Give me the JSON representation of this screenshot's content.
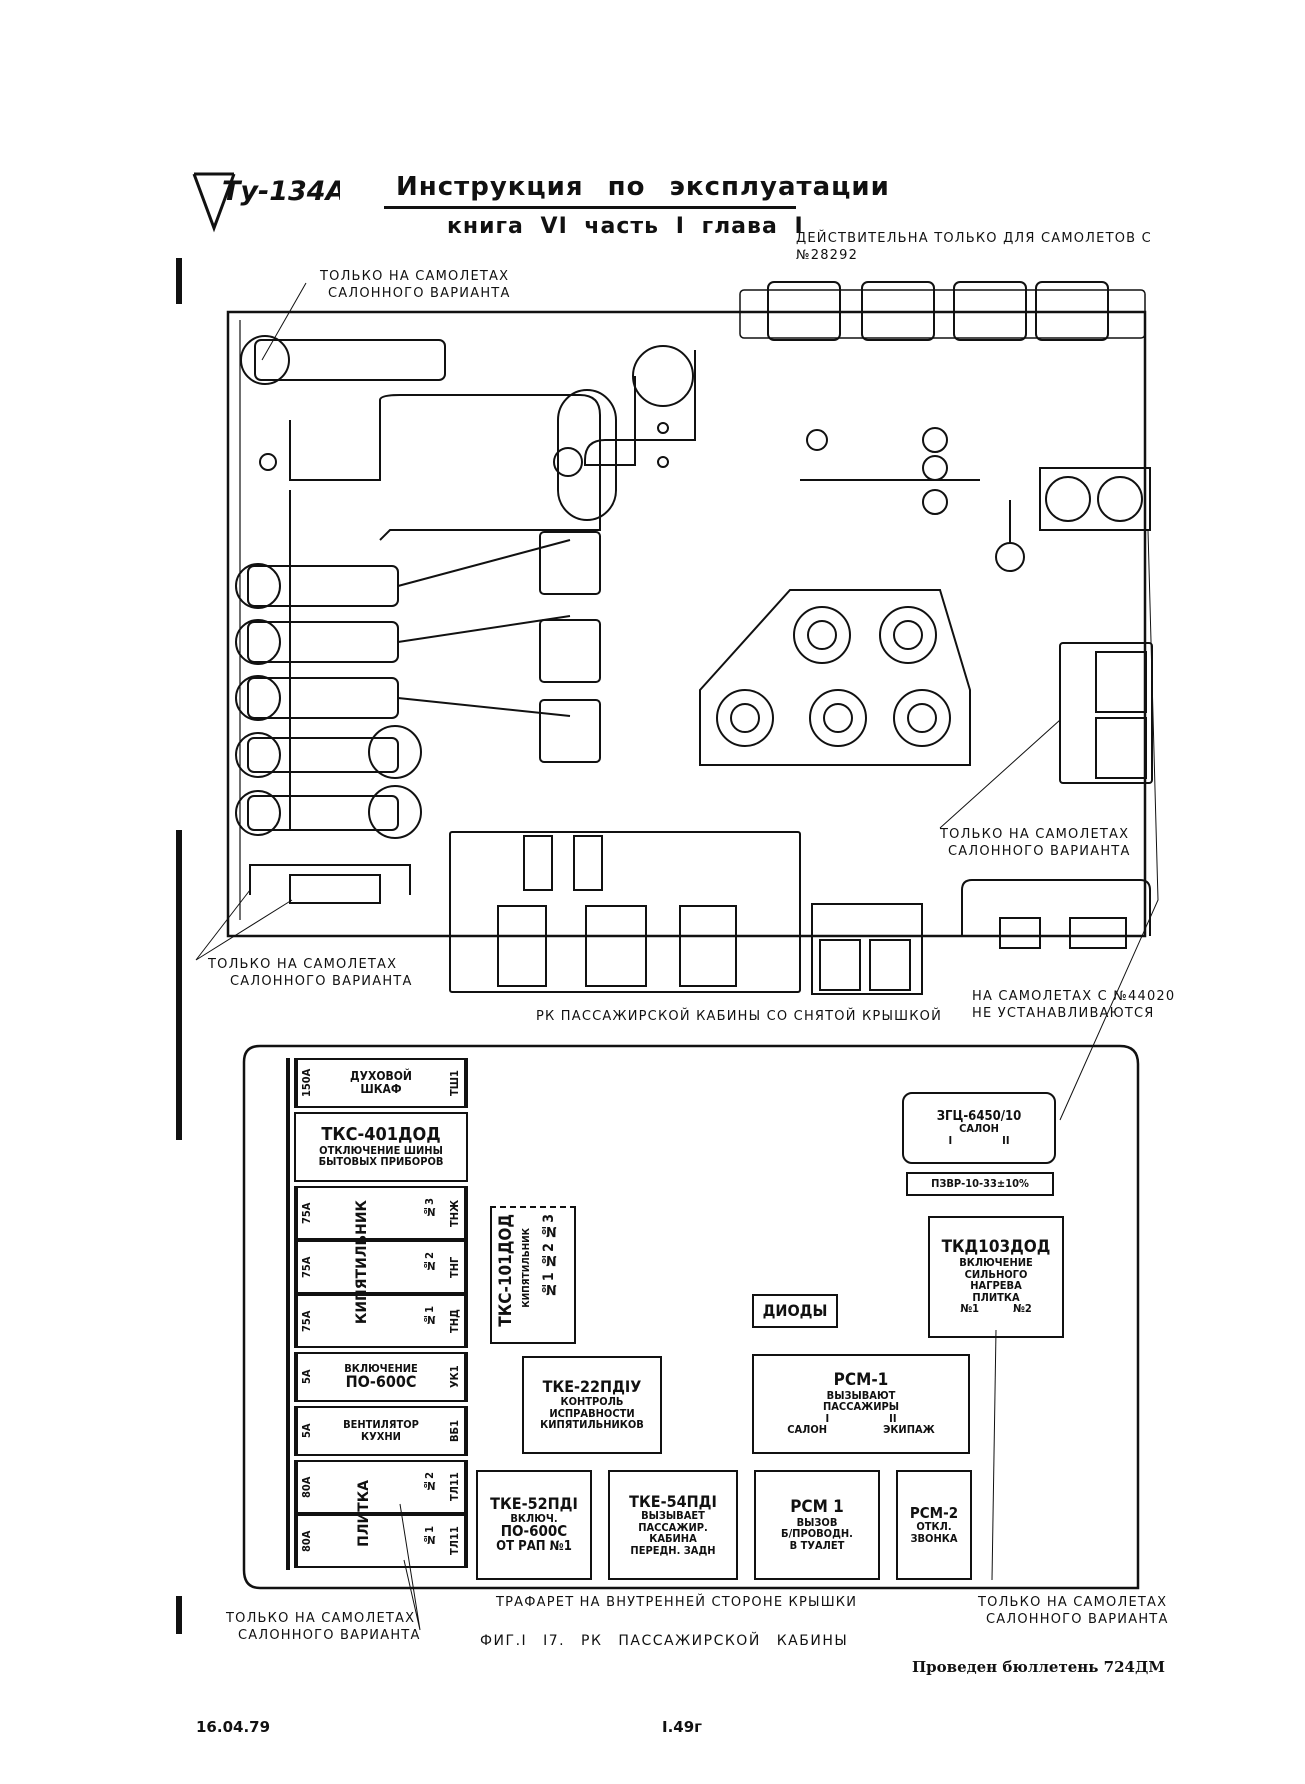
{
  "header": {
    "logo": "Ту-134А",
    "title": "Инструкция по эксплуатации",
    "subtitle": "книга VI часть I глава I",
    "validity_note": "ДЕЙСТВИТЕЛЬНА ТОЛЬКО ДЛЯ САМОЛЕТОВ С №28292"
  },
  "top_panel": {
    "note_top_left": [
      "ТОЛЬКО НА САМОЛЕТАХ",
      "САЛОННОГО ВАРИАНТА"
    ],
    "note_right": [
      "ТОЛЬКО НА САМОЛЕТАХ",
      "САЛОННОГО ВАРИАНТА"
    ],
    "note_bottom_left": [
      "ТОЛЬКО НА САМОЛЕТАХ",
      "САЛОННОГО ВАРИАНТА"
    ],
    "note_bottom_right": [
      "НА САМОЛЕТАХ С №44020",
      "НЕ УСТАНАВЛИВАЮТСЯ"
    ],
    "caption": "РК ПАССАЖИРСКОЙ КАБИНЫ СО СНЯТОЙ КРЫШКОЙ"
  },
  "stencil": {
    "left_column": [
      {
        "rating": "150А",
        "name": [
          "ДУХОВОЙ",
          "ШКАФ"
        ],
        "code": "ТШ1"
      },
      {
        "rating": "",
        "name": [
          "ТКС-401ДОД",
          "ОТКЛЮЧЕНИЕ ШИНЫ",
          "БЫТОВЫХ ПРИБОРОВ"
        ],
        "code": ""
      },
      {
        "rating": "75А",
        "name": [
          "№3"
        ],
        "code": "ТНЖ"
      },
      {
        "rating": "75А",
        "name": [
          "№2"
        ],
        "code": "ТНГ"
      },
      {
        "rating": "75А",
        "name": [
          "№1"
        ],
        "code": "ТНД"
      },
      {
        "rating": "5А",
        "name": [
          "ВКЛЮЧЕНИЕ",
          "ПО-600С"
        ],
        "code": "УК1"
      },
      {
        "rating": "5А",
        "name": [
          "ВЕНТИЛЯТОР",
          "КУХНИ"
        ],
        "code": "ВБ1"
      },
      {
        "rating": "80А",
        "name": [
          "№2"
        ],
        "code": "ТЛ11"
      },
      {
        "rating": "80А",
        "name": [
          "№1"
        ],
        "code": "ТЛ11"
      }
    ],
    "kipyatilnik_label": "КИПЯТИЛЬНИК",
    "plitka_label": "ПЛИТКА",
    "tks101": [
      "ТКС-101ДОД",
      "КИПЯТИЛЬНИК",
      "№1 №2 №3"
    ],
    "zgts": [
      "ЗГЦ-6450/10",
      "САЛОН",
      "I",
      "II"
    ],
    "pzvr": "ПЗВР-10-33±10%",
    "tkd103": [
      "ТКД103ДОД",
      "ВКЛЮЧЕНИЕ",
      "СИЛЬНОГО",
      "НАГРЕВА",
      "ПЛИТКА",
      "№1",
      "№2"
    ],
    "diody": "ДИОДЫ",
    "tke22": [
      "ТКЕ-22ПДIУ",
      "КОНТРОЛЬ",
      "ИСПРАВНОСТИ",
      "КИПЯТИЛЬНИКОВ"
    ],
    "rsm1a": [
      "РСМ-1",
      "ВЫЗЫВАЮТ",
      "ПАССАЖИРЫ",
      "I",
      "II",
      "САЛОН",
      "ЭКИПАЖ"
    ],
    "tke52": [
      "ТКЕ-52ПДI",
      "ВКЛЮЧ.",
      "ПО-600С",
      "ОТ РАП №1"
    ],
    "tke54": [
      "ТКЕ-54ПДI",
      "ВЫЗЫВАЕТ",
      "ПАССАЖИР.",
      "КАБИНА",
      "ПЕРЕДН. ЗАДН"
    ],
    "rsm1b": [
      "РСМ 1",
      "ВЫЗОВ",
      "Б/ПРОВОДН.",
      "В ТУАЛЕТ"
    ],
    "rsm2": [
      "РСМ-2",
      "ОТКЛ.",
      "ЗВОНКА"
    ],
    "caption": "ТРАФАРЕТ НА ВНУТРЕННЕЙ СТОРОНЕ КРЫШКИ"
  },
  "bottom_notes": {
    "left": [
      "ТОЛЬКО НА САМОЛЕТАХ",
      "САЛОННОГО ВАРИАНТА"
    ],
    "right": [
      "ТОЛЬКО НА САМОЛЕТАХ",
      "САЛОННОГО ВАРИАНТА"
    ],
    "figure_caption": "ФИГ.I I7. РК ПАССАЖИРСКОЙ КАБИНЫ",
    "bulletin": "Проведен бюллетень 724ДМ"
  },
  "footer": {
    "date": "16.04.79",
    "page": "I.49г"
  }
}
